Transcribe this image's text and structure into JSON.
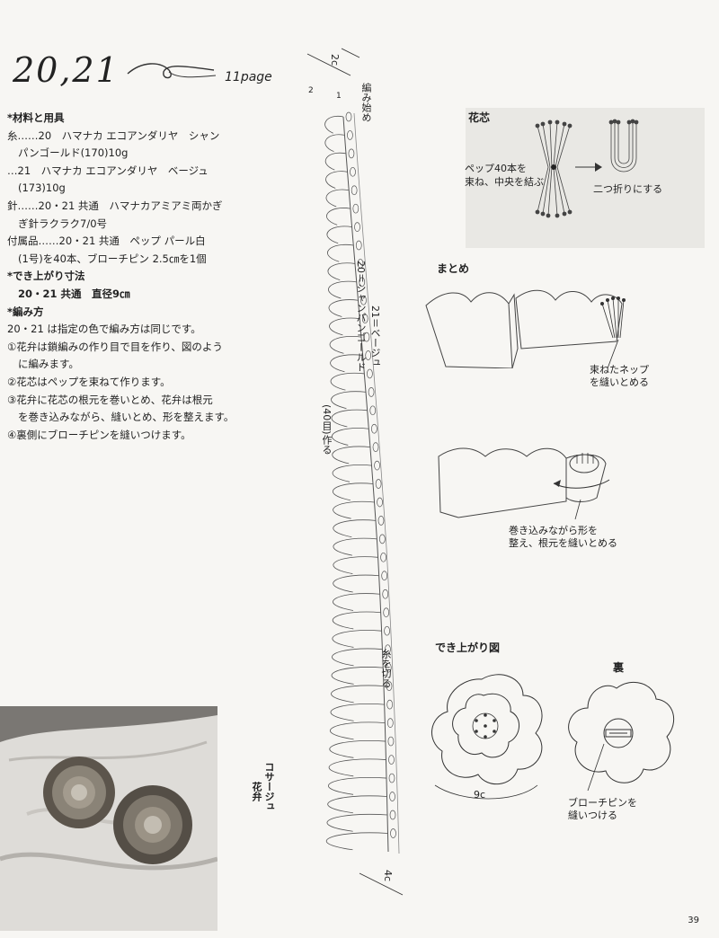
{
  "header": {
    "title": "20,21",
    "page_ref": "11page"
  },
  "instructions": {
    "materials_heading": "*材料と用具",
    "lines": [
      "糸……20　ハマナカ エコアンダリヤ　シャン",
      "パンゴールド(170)10g",
      "…21　ハマナカ エコアンダリヤ　ベージュ",
      "(173)10g",
      "針……20・21 共通　ハマナカアミアミ両かぎ",
      "ぎ針ラクラク7/0号",
      "付属品……20・21 共通　ペップ パール白",
      "(1号)を40本、ブローチピン 2.5㎝を1個"
    ],
    "size_heading": "*でき上がり寸法",
    "size_line": "20・21 共通　直径9㎝",
    "method_heading": "*編み方",
    "method_lines": [
      "20・21 は指定の色で編み方は同じです。",
      "①花弁は鎖編みの作り目で目を作り、図のよう",
      "に編みます。",
      "②花芯はペップを束ねて作ります。",
      "③花弁に花芯の根元を巻いとめ、花弁は根元",
      "を巻き込みながら、縫いとめ、形を整えます。",
      "④裏側にブローチピンを縫いつけます。"
    ]
  },
  "chart": {
    "top_dim": "2c",
    "start_label": "編み始め",
    "color_note_1": "20＝シャンパンゴールド",
    "color_note_2": "21＝ベージュ",
    "chain_note": "(40目)作る",
    "cut_label": "糸を切る",
    "bottom_dim": "4c",
    "part_label": "コサージュ",
    "part_sub": "花弁",
    "row_mark_1": "1",
    "row_mark_2": "2"
  },
  "core": {
    "heading": "花芯",
    "step1": "ペップ40本を",
    "step1b": "束ね、中央を結ぶ",
    "step2": "二つ折りにする"
  },
  "assembly": {
    "heading": "まとめ",
    "note1a": "束ねたネップ",
    "note1b": "を縫いとめる",
    "note2a": "巻き込みながら形を",
    "note2b": "整え、根元を縫いとめる"
  },
  "finished": {
    "heading": "でき上がり図",
    "back_heading": "裏",
    "diameter": "9c",
    "pin_a": "ブローチピンを",
    "pin_b": "縫いつける"
  },
  "footer": {
    "page_number": "39"
  }
}
